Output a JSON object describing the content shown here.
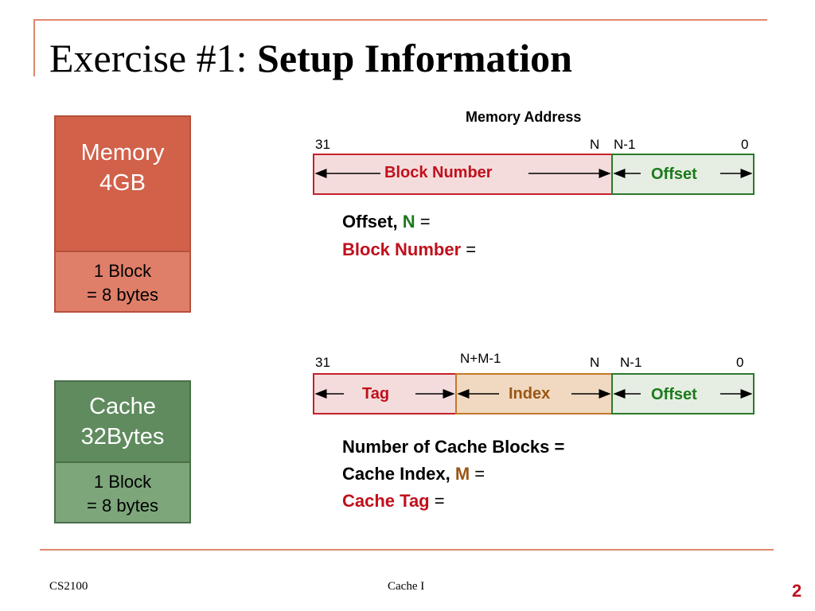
{
  "title": {
    "prefix": "Exercise #1: ",
    "bold": "Setup Information"
  },
  "memory": {
    "label_line1": "Memory",
    "label_line2": "4GB",
    "block_line1": "1 Block",
    "block_line2": "= 8 bytes"
  },
  "cache": {
    "label_line1": "Cache",
    "label_line2": "32Bytes",
    "block_line1": "1 Block",
    "block_line2": "= 8 bytes"
  },
  "address1": {
    "heading": "Memory Address",
    "bit_31": "31",
    "bit_n": "N",
    "bit_n_minus_1": "N-1",
    "bit_0": "0",
    "block_number": "Block Number",
    "offset": "Offset"
  },
  "questions1": {
    "offset_label": "Offset, ",
    "offset_var": "N",
    "offset_eq": " =",
    "block_label": "Block Number",
    "block_eq": " ="
  },
  "address2": {
    "bit_31": "31",
    "bit_nm1": "N+M-1",
    "bit_n": "N",
    "bit_n_minus_1": "N-1",
    "bit_0": "0",
    "tag": "Tag",
    "index": "Index",
    "offset": "Offset"
  },
  "questions2": {
    "num_blocks": "Number of Cache Blocks =",
    "index_label": "Cache Index, ",
    "index_var": "M",
    "index_eq": " =",
    "tag_label": "Cache Tag",
    "tag_eq": " ="
  },
  "footer": {
    "left": "CS2100",
    "center": "Cache I",
    "page": "2"
  },
  "colors": {
    "accent_line": "#e0896b",
    "memory": "#d2614a",
    "cache": "#5f8b5e",
    "red": "#c0101c",
    "green": "#1b7a1b",
    "orange": "#9a5616"
  }
}
